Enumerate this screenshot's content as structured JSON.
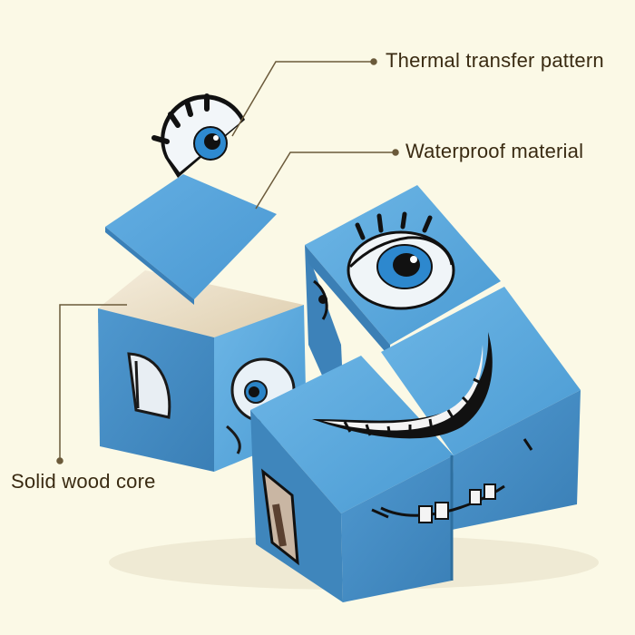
{
  "labels": {
    "thermal_transfer": "Thermal transfer pattern",
    "waterproof": "Waterproof material",
    "wood_core": "Solid wood core"
  },
  "colors": {
    "background": "#fbf9e6",
    "cube_blue": "#5aa7dc",
    "cube_blue_dark": "#3f86bd",
    "wood": "#efe6d2",
    "leader_line": "#6b5a3a",
    "ink": "#1a1a1a"
  }
}
